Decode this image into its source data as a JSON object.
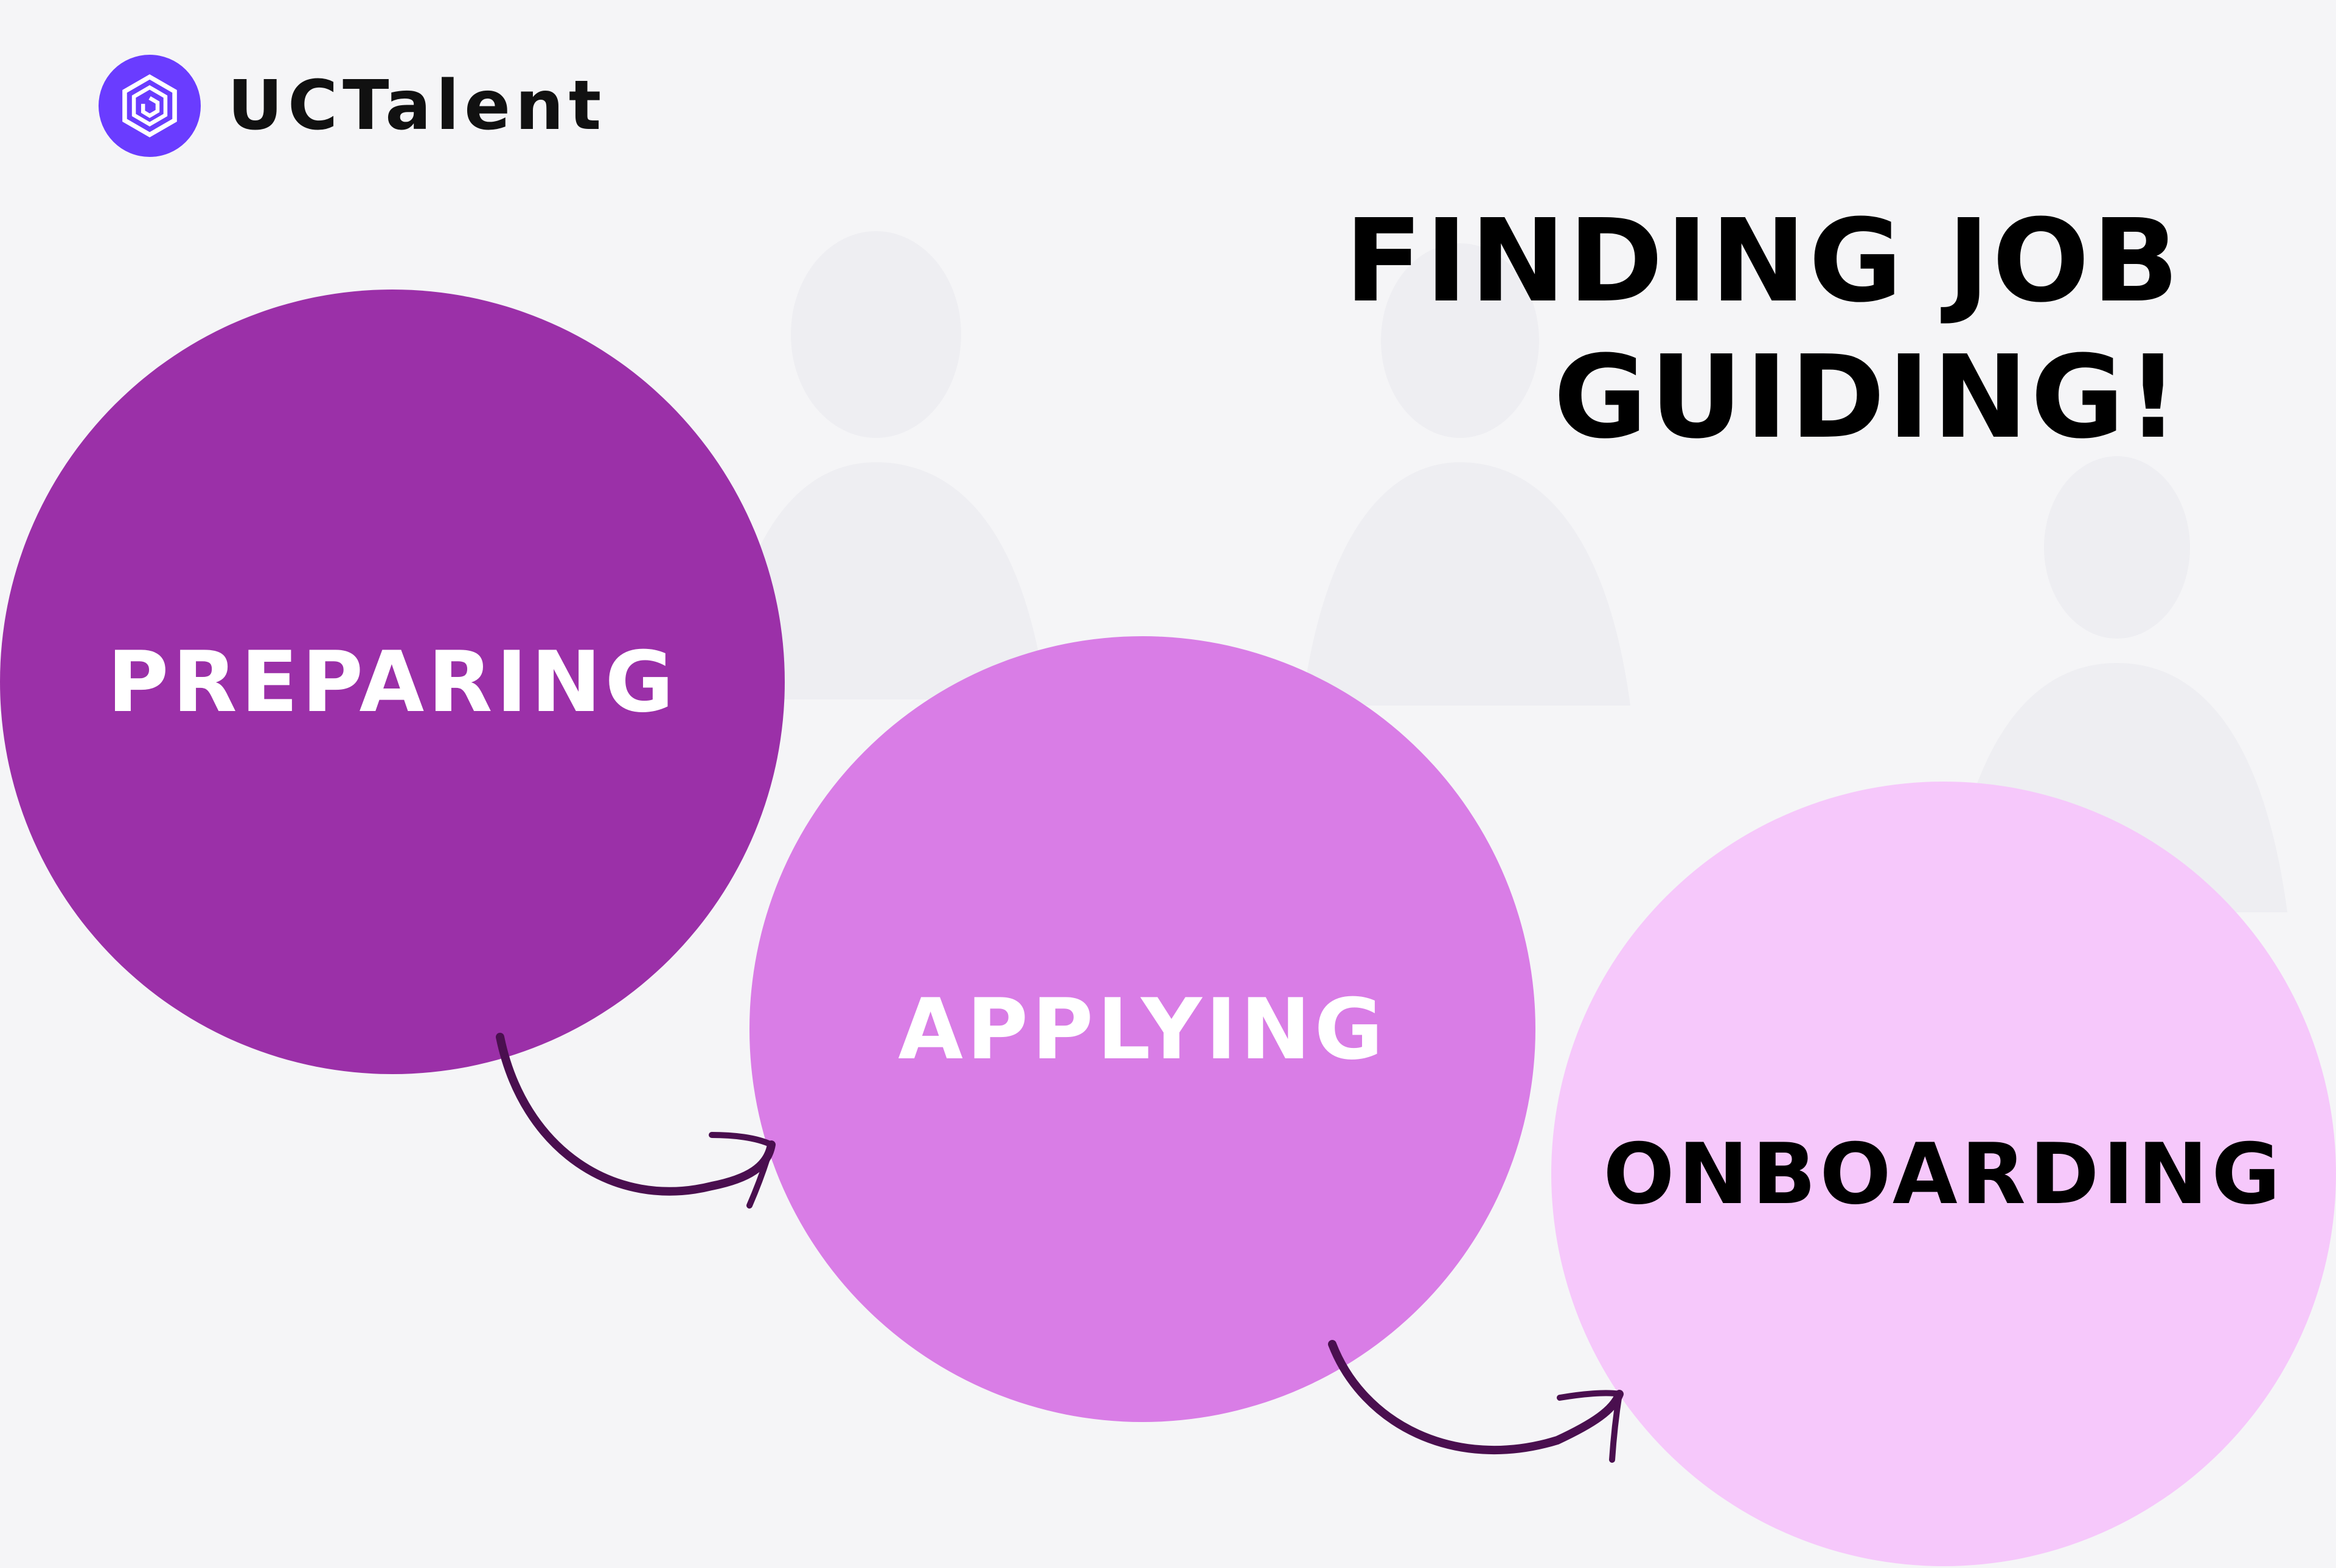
{
  "brand": {
    "name": "UCTalent",
    "logo_icon": "hexagon-spiral-icon",
    "logo_color": "#6a3cff"
  },
  "headline": {
    "line1": "FINDING JOB",
    "line2": "GUIDING!"
  },
  "steps": [
    {
      "label": "PREPARING",
      "color": "#9b30a8",
      "text_color": "#ffffff"
    },
    {
      "label": "APPLYING",
      "color": "#d97de6",
      "text_color": "#ffffff"
    },
    {
      "label": "ONBOARDING",
      "color": "#f6c8fb",
      "text_color": "#000000"
    }
  ],
  "arrow_color": "#4a0f4f"
}
